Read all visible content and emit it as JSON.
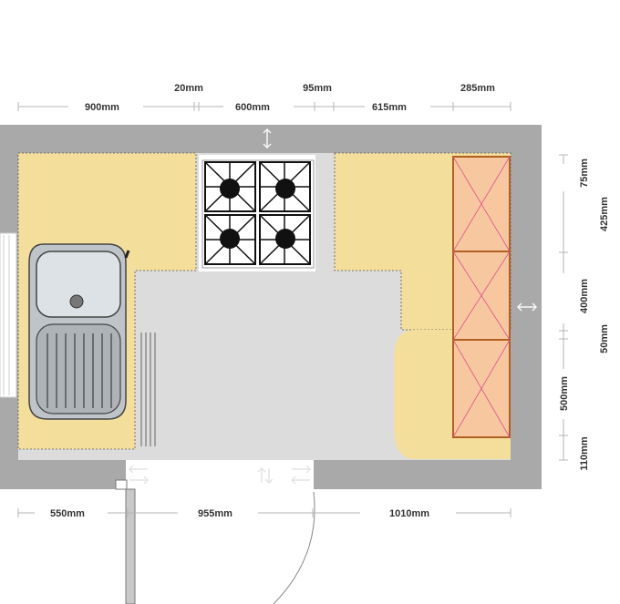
{
  "plan": {
    "colors": {
      "wall": "#a9a9a9",
      "counter": "#f3de9c",
      "floor": "#dcdcdc",
      "cabinet_fill": "#f7c8a0",
      "cabinet_edge": "#b06020",
      "cabinet_cross": "#e0508a",
      "dim_line": "#b5b5b5",
      "text": "#333333"
    },
    "top_dims_upper": [
      "20mm",
      "95mm",
      "285mm"
    ],
    "top_dims_lower": [
      "900mm",
      "600mm",
      "615mm"
    ],
    "bottom_dims": [
      "550mm",
      "955mm",
      "1010mm"
    ],
    "right_dims_inner": [
      "75mm",
      "400mm",
      "500mm",
      "110mm"
    ],
    "right_dims_outer": [
      "425mm",
      "50mm"
    ],
    "fixtures": {
      "hob": {
        "burners": 4,
        "icon": "gas-hob-icon"
      },
      "sink": {
        "icon": "sink-with-drainer-icon"
      },
      "tall_units": {
        "count": 3,
        "icon": "cabinet-cross-icon"
      },
      "door": {
        "icon": "door-swing-icon"
      }
    }
  }
}
